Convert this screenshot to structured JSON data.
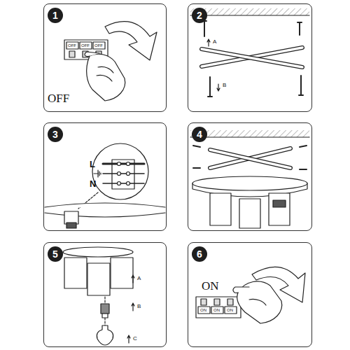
{
  "diagram": {
    "nodes": [
      {
        "text": [
          "1"
        ]
      },
      {
        "text": [
          "2"
        ]
      },
      {
        "text": [
          "3"
        ]
      },
      {
        "text": [
          "4"
        ]
      },
      {
        "text": [
          "5"
        ]
      },
      {
        "text": [
          "6"
        ]
      }
    ],
    "labels": [
      "OFF",
      "OFF",
      "OFF",
      "OFF",
      "A",
      "B",
      "L",
      "N",
      "A",
      "B",
      "C",
      "ON",
      "ON",
      "ON",
      "ON"
    ]
  }
}
